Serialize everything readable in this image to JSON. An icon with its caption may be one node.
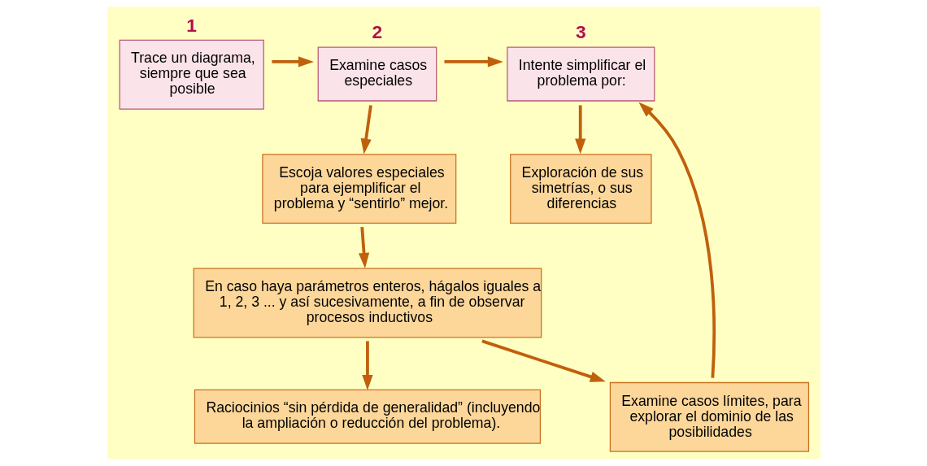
{
  "diagram": {
    "nodes": [
      {
        "text": [
          "1",
          "Trace un diagrama, siempre que sea posible"
        ]
      },
      {
        "text": [
          "2",
          "Examine casos especiales"
        ]
      },
      {
        "text": [
          "3",
          "Intente simplificar el problema por:"
        ]
      },
      {
        "text": [
          "Escoja valores especiales para ejemplificar el problema y “sentirlo” mejor."
        ]
      },
      {
        "text": [
          "Examine casos límites, para explorar el dominio de las posibilidades"
        ]
      },
      {
        "text": [
          "Exploración de sus simetrías, o sus diferencias"
        ]
      },
      {
        "text": [
          "En caso haya parámetros enteros, hágalos iguales a 1, 2, 3 ... y así sucesivamente, a fin de observar procesos inductivos"
        ]
      },
      {
        "text": [
          "Raciocinios “sin pérdida de generalidad” (incluyendo la ampliación o reducción del problema)."
        ]
      }
    ],
    "edges": [
      {
        "from": 0,
        "to": 1,
        "arrow": "to"
      },
      {
        "from": 1,
        "to": 2,
        "arrow": "to"
      },
      {
        "from": 1,
        "to": 3,
        "arrow": "to"
      },
      {
        "from": 3,
        "to": 6,
        "arrow": "to"
      },
      {
        "from": 6,
        "to": 4,
        "arrow": "to"
      },
      {
        "from": 4,
        "to": 2,
        "arrow": "to"
      },
      {
        "from": 2,
        "to": 5,
        "arrow": "to"
      },
      {
        "from": 6,
        "to": 7,
        "arrow": "to"
      }
    ]
  }
}
